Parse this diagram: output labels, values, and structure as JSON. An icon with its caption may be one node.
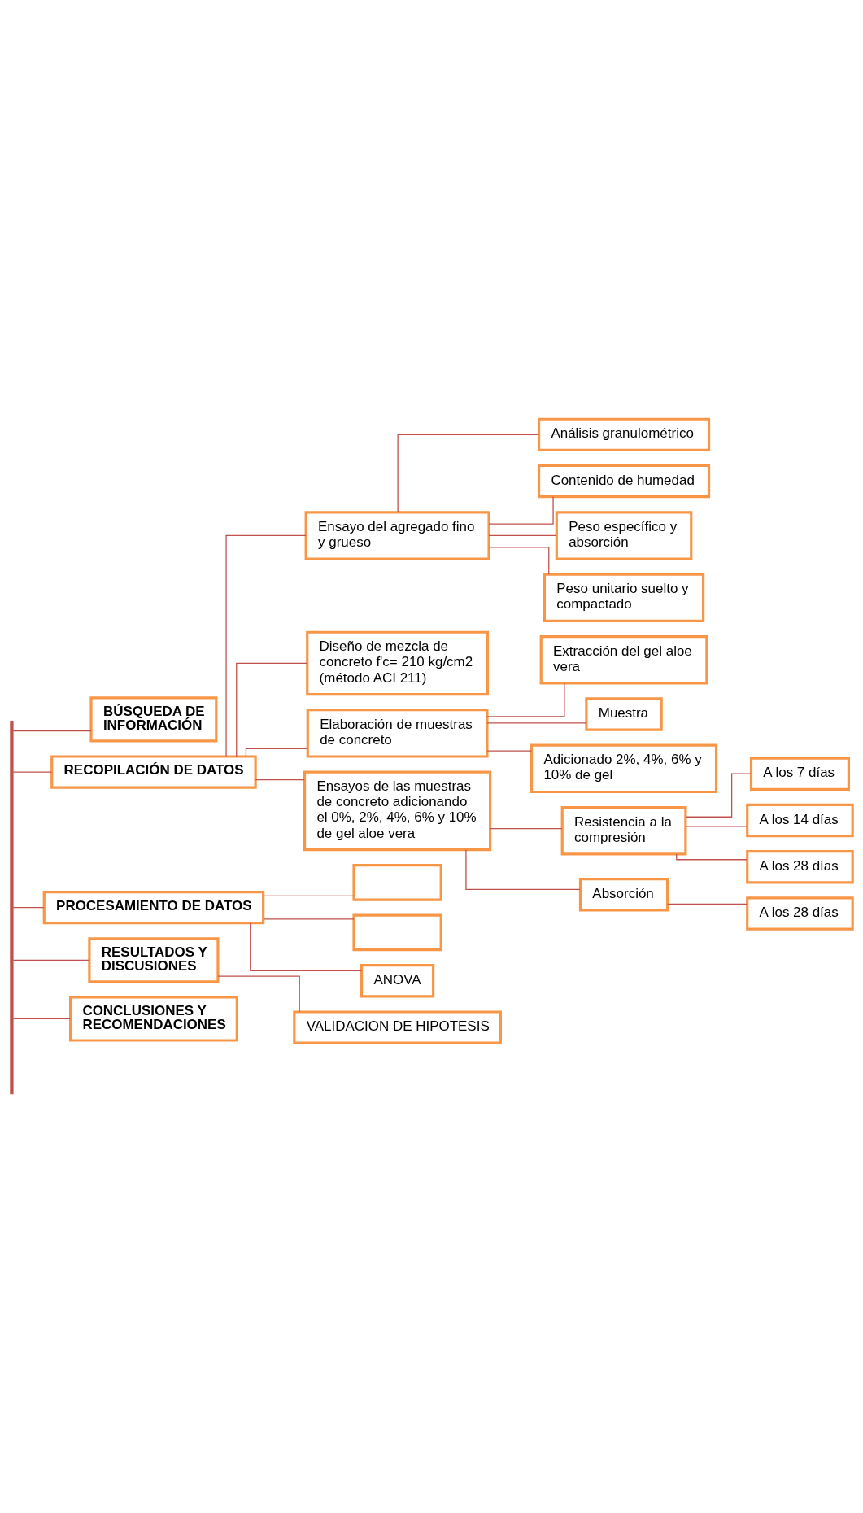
{
  "diagram": {
    "nodes": [
      {
        "text": [
          "BÚSQUEDA DE INFORMACIÓN"
        ]
      },
      {
        "text": [
          "RECOPILACIÓN DE DATOS"
        ]
      },
      {
        "text": [
          "Ensayo del agregado fino y grueso"
        ]
      },
      {
        "text": [
          "Diseño de mezcla de concreto f'c= 210 kg/cm2 (método ACI 211)"
        ]
      },
      {
        "text": [
          "Elaboración de muestras de concreto"
        ]
      },
      {
        "text": [
          "Ensayos de las muestras de concreto adicionando el 0%, 2%, 4%, 6% y 10% de gel aloe vera"
        ]
      },
      {
        "text": [
          "Análisis granulométrico"
        ]
      },
      {
        "text": [
          "Contenido de humedad"
        ]
      },
      {
        "text": [
          "Peso específico y absorción"
        ]
      },
      {
        "text": [
          "Peso unitario suelto y compactado"
        ]
      },
      {
        "text": [
          "Extracción del gel aloe vera"
        ]
      },
      {
        "text": [
          "Muestra"
        ]
      },
      {
        "text": [
          "Adicionado 2%, 4%, 6% y 10% de gel"
        ]
      },
      {
        "text": [
          "Resistencia a la compresión"
        ]
      },
      {
        "text": [
          "A los 7 días"
        ]
      },
      {
        "text": [
          "A los 14 días"
        ]
      },
      {
        "text": [
          "A los 28 días"
        ]
      },
      {
        "text": [
          "Absorción"
        ]
      },
      {
        "text": [
          "A los 28 días"
        ]
      },
      {
        "text": [
          "PROCESAMIENTO DE DATOS"
        ]
      },
      {
        "text": [],
        "shape": "box"
      },
      {
        "text": [],
        "shape": "box"
      },
      {
        "text": [
          "ANOVA"
        ]
      },
      {
        "text": [
          "RESULTADOS Y DISCUSIONES"
        ]
      },
      {
        "text": [
          "VALIDACION DE HIPOTESIS"
        ]
      },
      {
        "text": [
          "CONCLUSIONES Y RECOMENDACIONES"
        ]
      },
      {
        "text": [],
        "shape": "bar"
      }
    ],
    "edges": [
      {
        "from": 26,
        "to": 0,
        "arrow": "none"
      },
      {
        "from": 26,
        "to": 1,
        "arrow": "none"
      },
      {
        "from": 26,
        "to": 19,
        "arrow": "none"
      },
      {
        "from": 26,
        "to": 23,
        "arrow": "none"
      },
      {
        "from": 26,
        "to": 25,
        "arrow": "none"
      },
      {
        "from": 1,
        "to": 2,
        "arrow": "none"
      },
      {
        "from": 1,
        "to": 3,
        "arrow": "none"
      },
      {
        "from": 1,
        "to": 4,
        "arrow": "none"
      },
      {
        "from": 1,
        "to": 5,
        "arrow": "none"
      },
      {
        "from": 2,
        "to": 6,
        "arrow": "none"
      },
      {
        "from": 2,
        "to": 7,
        "arrow": "none"
      },
      {
        "from": 2,
        "to": 8,
        "arrow": "none"
      },
      {
        "from": 2,
        "to": 9,
        "arrow": "none"
      },
      {
        "from": 4,
        "to": 10,
        "arrow": "none"
      },
      {
        "from": 4,
        "to": 11,
        "arrow": "none"
      },
      {
        "from": 4,
        "to": 12,
        "arrow": "none"
      },
      {
        "from": 5,
        "to": 13,
        "arrow": "none"
      },
      {
        "from": 13,
        "to": 14,
        "arrow": "none"
      },
      {
        "from": 13,
        "to": 15,
        "arrow": "none"
      },
      {
        "from": 13,
        "to": 16,
        "arrow": "none"
      },
      {
        "from": 5,
        "to": 17,
        "arrow": "none"
      },
      {
        "from": 17,
        "to": 18,
        "arrow": "none"
      },
      {
        "from": 19,
        "to": 20,
        "arrow": "none"
      },
      {
        "from": 19,
        "to": 21,
        "arrow": "none"
      },
      {
        "from": 19,
        "to": 22,
        "arrow": "none"
      },
      {
        "from": 23,
        "to": 24,
        "arrow": "none"
      }
    ]
  }
}
